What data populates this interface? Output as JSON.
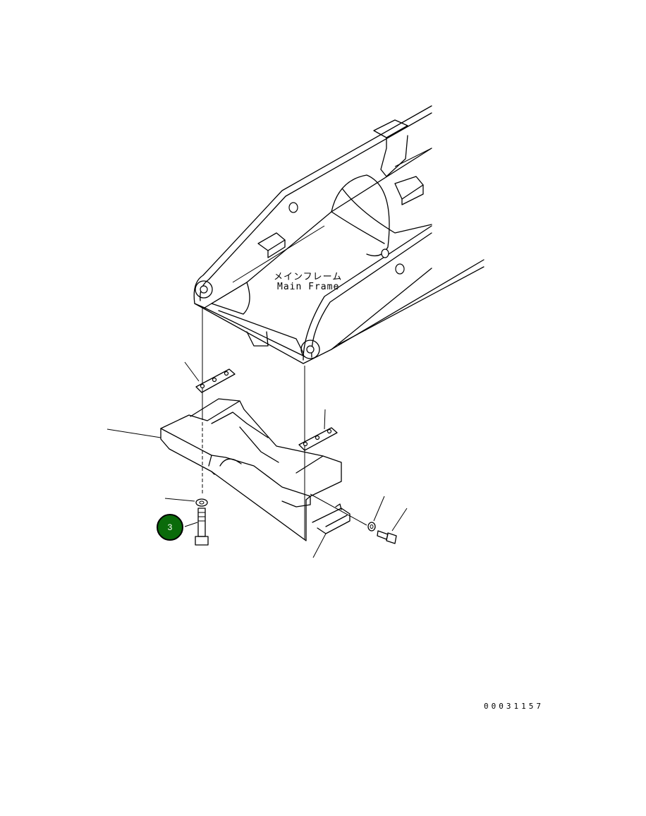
{
  "labels": {
    "main_frame_jp": "メインフレーム",
    "main_frame_en": "Main Frame"
  },
  "callouts": [
    {
      "number": "3",
      "color": "#0a6b0a"
    }
  ],
  "drawing_code": "00031157"
}
